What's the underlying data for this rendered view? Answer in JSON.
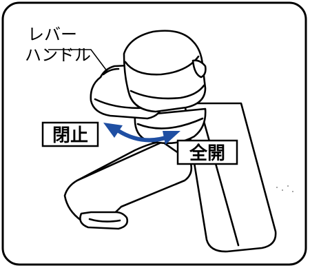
{
  "labels": {
    "lever_handle_line1": "レバー",
    "lever_handle_line2": "ハンドル",
    "close": "閉止",
    "full_open": "全開"
  },
  "colors": {
    "line": "#000000",
    "background": "#ffffff"
  }
}
